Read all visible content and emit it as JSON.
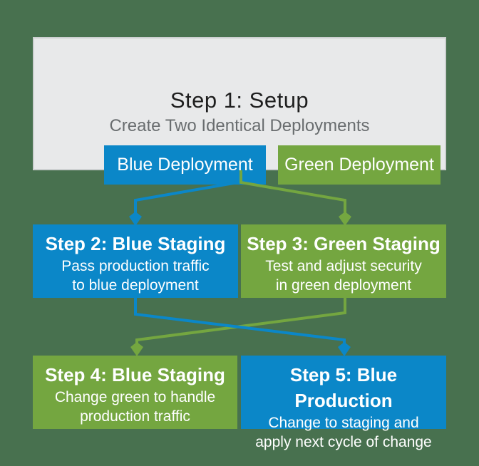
{
  "colors": {
    "background": "#48714f",
    "blue": "#0b87c8",
    "green": "#74a640",
    "panel_fill": "#e8e9ea",
    "panel_border": "#cdd0d1",
    "title_text": "#1e1e1e",
    "subtitle_text": "#696d6f",
    "step_text": "#ffffff"
  },
  "setup_panel": {
    "title": "Step 1: Setup",
    "subtitle": "Create Two Identical Deployments",
    "blue_button": "Blue Deployment",
    "green_button": "Green Deployment"
  },
  "steps": [
    {
      "color": "blue",
      "title": "Step 2: Blue Staging",
      "line1": "Pass production traffic",
      "line2": "to blue deployment"
    },
    {
      "color": "green",
      "title": "Step 3: Green Staging",
      "line1": "Test and adjust security",
      "line2": "in green deployment"
    },
    {
      "color": "green",
      "title": "Step 4: Blue Staging",
      "line1": "Change green to handle",
      "line2": "production traffic"
    },
    {
      "color": "blue",
      "title": "Step 5: Blue Production",
      "line1": "Change to staging and",
      "line2": "apply next cycle of change"
    }
  ]
}
